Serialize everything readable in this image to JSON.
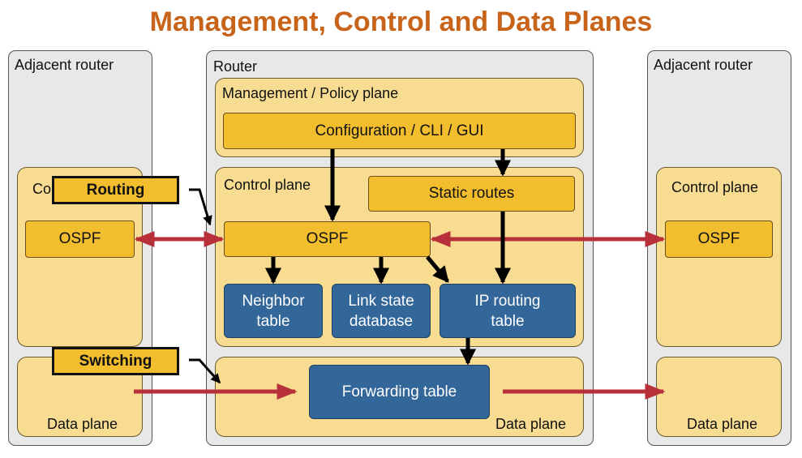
{
  "title": "Management, Control and Data Planes",
  "colors": {
    "title": "#c8641a",
    "router_bg": "#e8e8e8",
    "plane_bg": "#f8dc92",
    "component_gold": "#f2be2e",
    "table_blue": "#336699",
    "protocol_arrow": "#b8303a",
    "control_arrow": "#000000"
  },
  "left_router": {
    "label": "Adjacent router",
    "control_plane_label": "Co",
    "ospf": "OSPF",
    "data_plane_label": "Data plane"
  },
  "router": {
    "label": "Router",
    "management_plane": {
      "label": "Management / Policy plane",
      "config": "Configuration / CLI / GUI"
    },
    "control_plane": {
      "label": "Control plane",
      "static_routes": "Static routes",
      "ospf": "OSPF",
      "neighbor_table": [
        "Neighbor",
        "table"
      ],
      "link_state_db": [
        "Link state",
        "database"
      ],
      "ip_routing_table": [
        "IP routing",
        "table"
      ]
    },
    "data_plane": {
      "label": "Data plane",
      "forwarding_table": "Forwarding table"
    }
  },
  "right_router": {
    "label": "Adjacent router",
    "control_plane_label": "Control plane",
    "ospf": "OSPF",
    "data_plane_label": "Data plane"
  },
  "callouts": {
    "routing": "Routing",
    "switching": "Switching"
  }
}
